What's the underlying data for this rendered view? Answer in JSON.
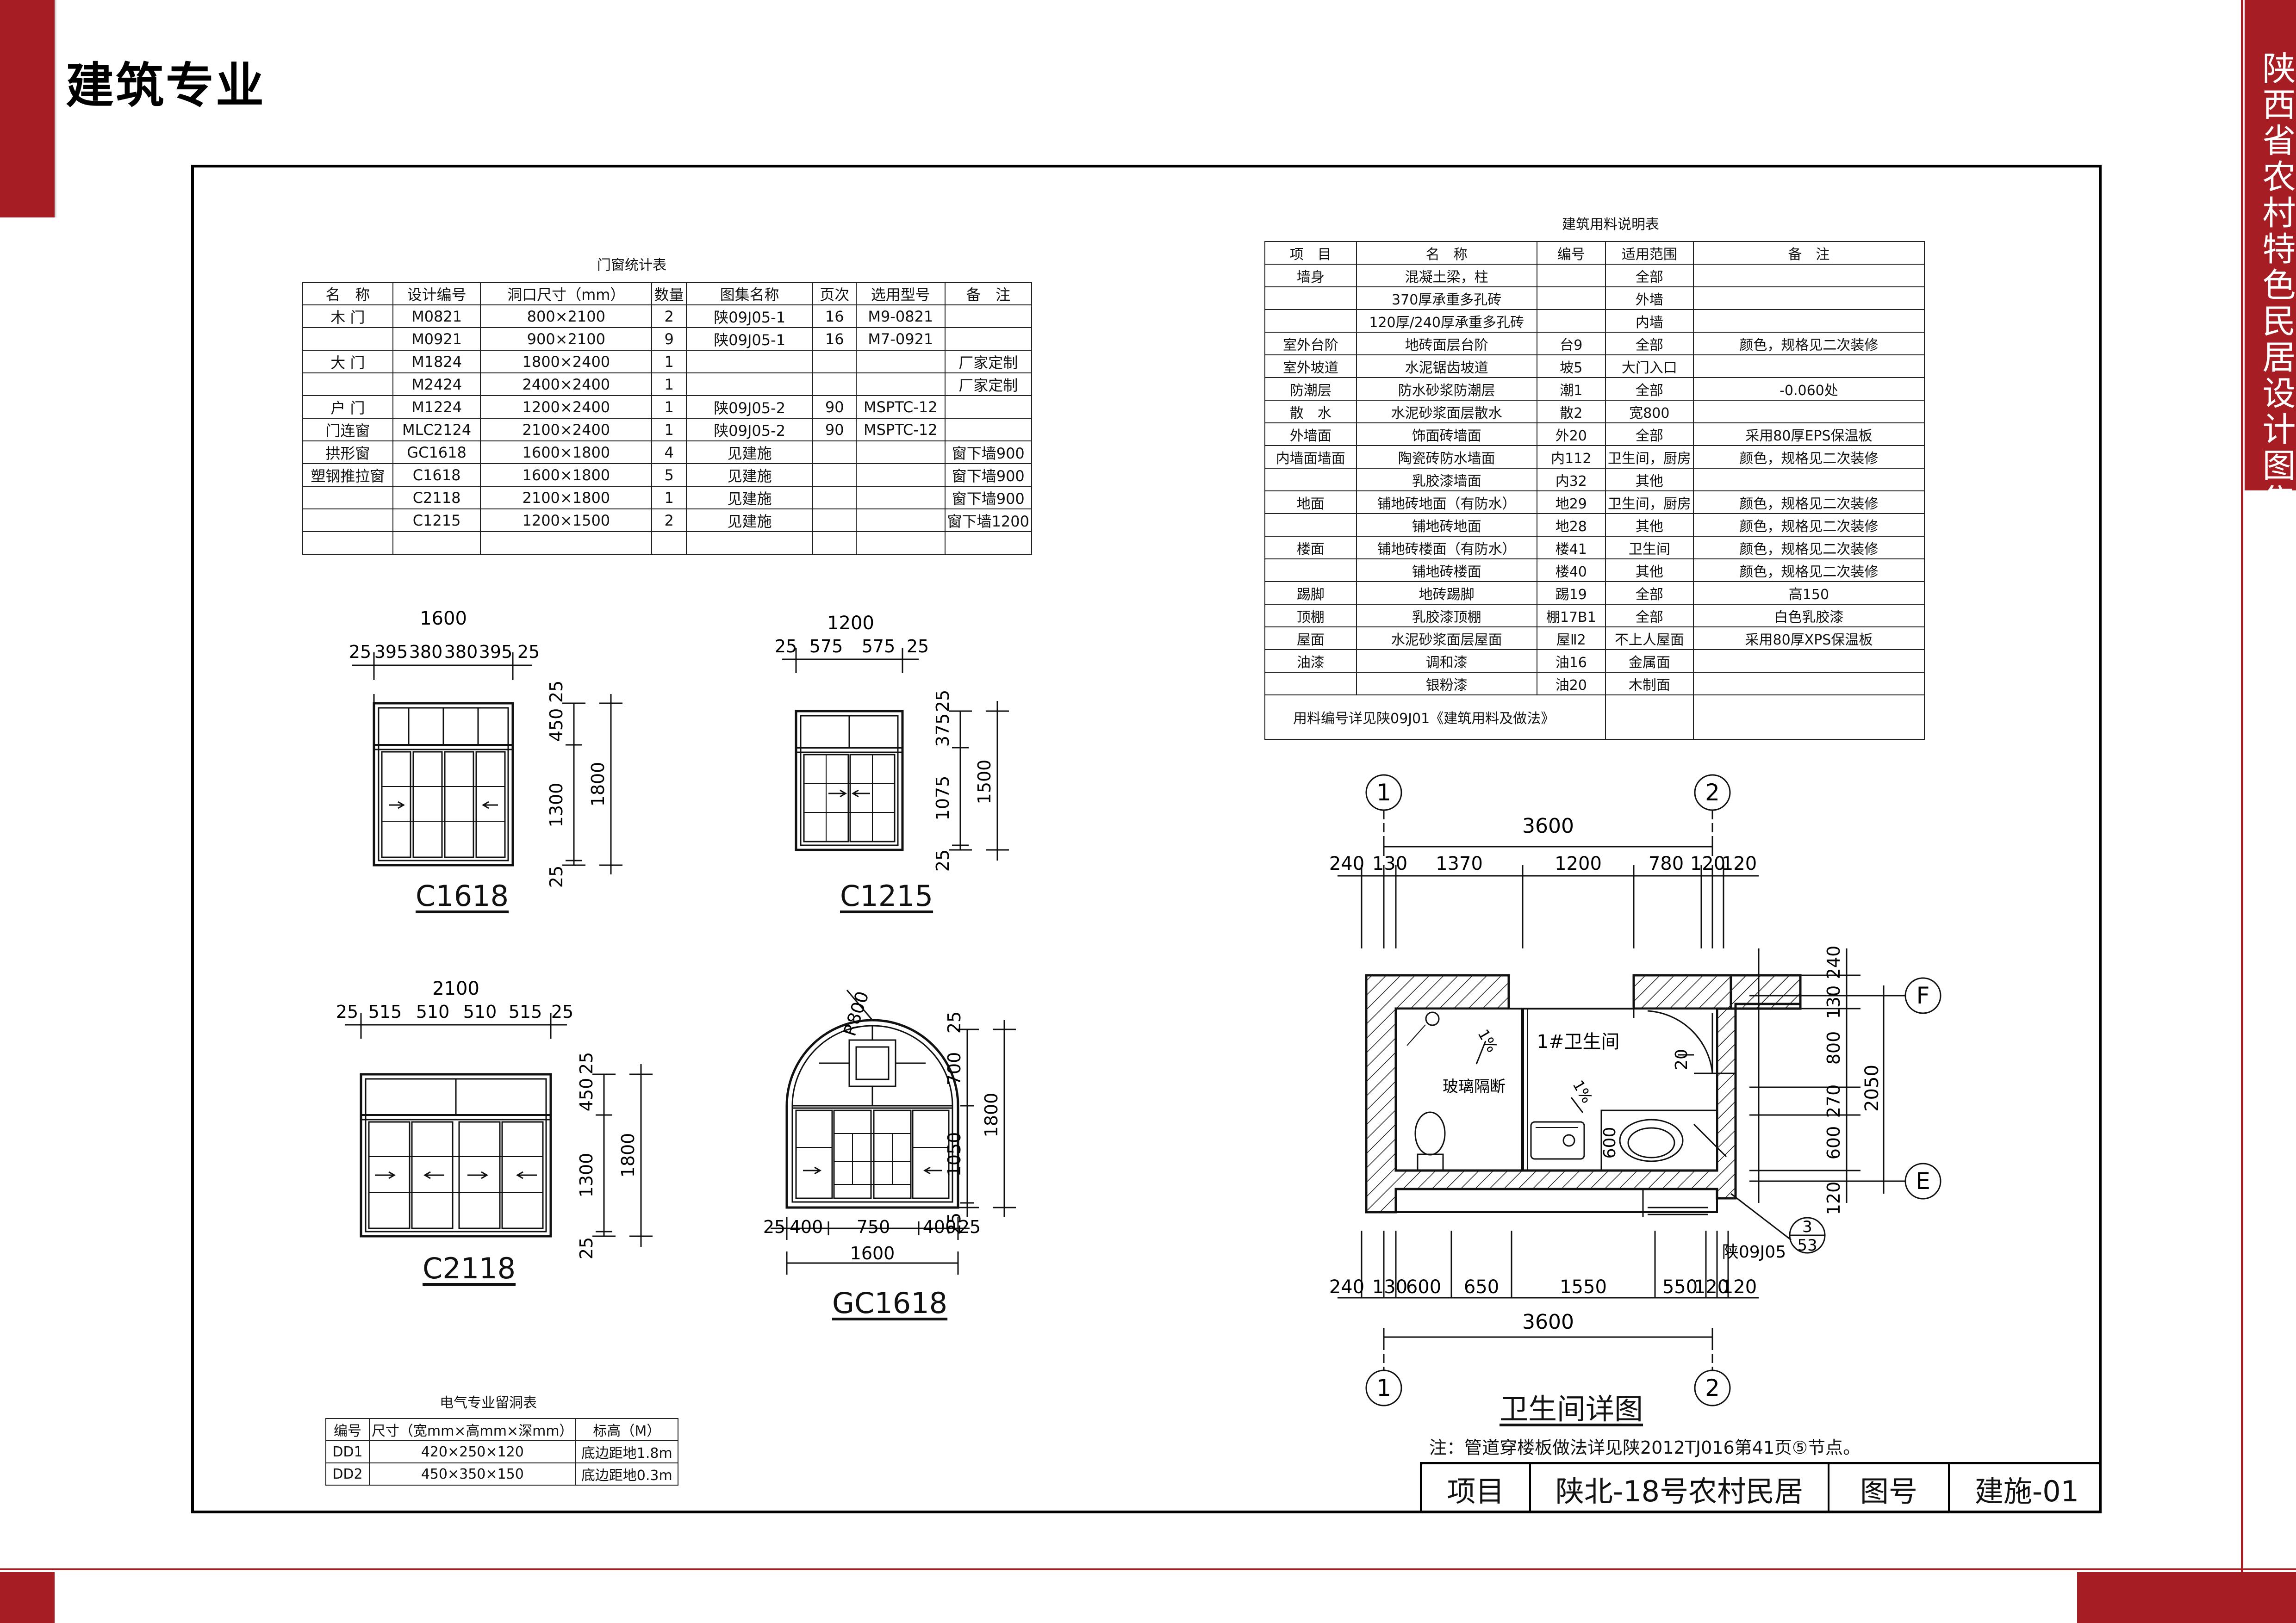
{
  "header": {
    "title": "建筑专业",
    "side_text": "陕西省农村特色民居设计图集"
  },
  "door_window_table": {
    "title": "门窗统计表",
    "headers": [
      "名　称",
      "设计编号",
      "洞口尺寸（mm）",
      "数量",
      "图集名称",
      "页次",
      "选用型号",
      "备　注"
    ],
    "rows": [
      [
        "木 门",
        "M0821",
        "800×2100",
        "2",
        "陕09J05-1",
        "16",
        "M9-0821",
        ""
      ],
      [
        "",
        "M0921",
        "900×2100",
        "9",
        "陕09J05-1",
        "16",
        "M7-0921",
        ""
      ],
      [
        "大 门",
        "M1824",
        "1800×2400",
        "1",
        "",
        "",
        "",
        "厂家定制"
      ],
      [
        "",
        "M2424",
        "2400×2400",
        "1",
        "",
        "",
        "",
        "厂家定制"
      ],
      [
        "户 门",
        "M1224",
        "1200×2400",
        "1",
        "陕09J05-2",
        "90",
        "MSPTC-12",
        ""
      ],
      [
        "门连窗",
        "MLC2124",
        "2100×2400",
        "1",
        "陕09J05-2",
        "90",
        "MSPTC-12",
        ""
      ],
      [
        "拱形窗",
        "GC1618",
        "1600×1800",
        "4",
        "见建施",
        "",
        "",
        "窗下墙900"
      ],
      [
        "塑钢推拉窗",
        "C1618",
        "1600×1800",
        "5",
        "见建施",
        "",
        "",
        "窗下墙900"
      ],
      [
        "",
        "C2118",
        "2100×1800",
        "1",
        "见建施",
        "",
        "",
        "窗下墙900"
      ],
      [
        "",
        "C1215",
        "1200×1500",
        "2",
        "见建施",
        "",
        "",
        "窗下墙1200"
      ]
    ]
  },
  "materials_table": {
    "title": "建筑用料说明表",
    "headers": [
      "项　目",
      "名　称",
      "编号",
      "适用范围",
      "备　注"
    ],
    "rows": [
      [
        "墙身",
        "混凝土梁，柱",
        "",
        "全部",
        ""
      ],
      [
        "",
        "370厚承重多孔砖",
        "",
        "外墙",
        ""
      ],
      [
        "",
        "120厚/240厚承重多孔砖",
        "",
        "内墙",
        ""
      ],
      [
        "室外台阶",
        "地砖面层台阶",
        "台9",
        "全部",
        "颜色，规格见二次装修"
      ],
      [
        "室外坡道",
        "水泥锯齿坡道",
        "坡5",
        "大门入口",
        ""
      ],
      [
        "防潮层",
        "防水砂浆防潮层",
        "潮1",
        "全部",
        "-0.060处"
      ],
      [
        "散　水",
        "水泥砂浆面层散水",
        "散2",
        "宽800",
        ""
      ],
      [
        "外墙面",
        "饰面砖墙面",
        "外20",
        "全部",
        "采用80厚EPS保温板"
      ],
      [
        "内墙面墙面",
        "陶瓷砖防水墙面",
        "内112",
        "卫生间，厨房",
        "颜色，规格见二次装修"
      ],
      [
        "",
        "乳胶漆墙面",
        "内32",
        "其他",
        ""
      ],
      [
        "地面",
        "铺地砖地面（有防水）",
        "地29",
        "卫生间，厨房",
        "颜色，规格见二次装修"
      ],
      [
        "",
        "铺地砖地面",
        "地28",
        "其他",
        "颜色，规格见二次装修"
      ],
      [
        "楼面",
        "铺地砖楼面（有防水）",
        "楼41",
        "卫生间",
        "颜色，规格见二次装修"
      ],
      [
        "",
        "铺地砖楼面",
        "楼40",
        "其他",
        "颜色，规格见二次装修"
      ],
      [
        "踢脚",
        "地砖踢脚",
        "踢19",
        "全部",
        "高150"
      ],
      [
        "顶棚",
        "乳胶漆顶棚",
        "棚17B1",
        "全部",
        "白色乳胶漆"
      ],
      [
        "屋面",
        "水泥砂浆面层屋面",
        "屋Ⅱ2",
        "不上人屋面",
        "采用80厚XPS保温板"
      ],
      [
        "油漆",
        "调和漆",
        "油16",
        "金属面",
        ""
      ],
      [
        "",
        "银粉漆",
        "油20",
        "木制面",
        ""
      ]
    ],
    "footnote": "用料编号详见陕09J01《建筑用料及做法》"
  },
  "electrical_table": {
    "title": "电气专业留洞表",
    "headers": [
      "编号",
      "尺寸（宽mm×高mm×深mm）",
      "标高（M）"
    ],
    "rows": [
      [
        "DD1",
        "420×250×120",
        "底边距地1.8m"
      ],
      [
        "DD2",
        "450×350×150",
        "底边距地0.3m"
      ]
    ]
  },
  "windows": {
    "c1618": {
      "label": "C1618",
      "width": "1600",
      "hdims": [
        "25",
        "395",
        "380",
        "380",
        "395",
        "25"
      ],
      "vdims": [
        "25",
        "450",
        "1300",
        "25"
      ],
      "total_h": "1800"
    },
    "c1215": {
      "label": "C1215",
      "width": "1200",
      "hdims": [
        "25",
        "575",
        "575",
        "25"
      ],
      "vdims": [
        "25",
        "375",
        "1075",
        "25"
      ],
      "total_h": "1500"
    },
    "c2118": {
      "label": "C2118",
      "width": "2100",
      "hdims": [
        "25",
        "515",
        "510",
        "510",
        "515",
        "25"
      ],
      "vdims": [
        "25",
        "450",
        "1300",
        "25"
      ],
      "total_h": "1800"
    },
    "gc1618": {
      "label": "GC1618",
      "radius": "R800",
      "bdims": [
        "25",
        "400",
        "750",
        "400",
        "25"
      ],
      "width": "1600",
      "vdims": [
        "25",
        "700",
        "1050",
        "25"
      ],
      "total_h": "1800"
    }
  },
  "bathroom": {
    "label": "卫生间详图",
    "room_name": "1#卫生间",
    "glass_partition": "玻璃隔断",
    "slope1": "1%",
    "slope2": "1%",
    "axis_1": "1",
    "axis_2": "2",
    "axis_f": "F",
    "axis_e": "E",
    "top_total": "3600",
    "top_dims": [
      "240",
      "130",
      "1370",
      "1200",
      "780",
      "120",
      "120"
    ],
    "bottom_dims": [
      "240",
      "130",
      "600",
      "650",
      "1550",
      "550",
      "120",
      "120"
    ],
    "bottom_total": "3600",
    "right_dims": [
      "240",
      "130",
      "800",
      "270",
      "600",
      "120"
    ],
    "right_total": "2050",
    "dim_600": "600",
    "dim_20": "20",
    "ref_text": "陕09J05",
    "ref_top": "3",
    "ref_bottom": "53",
    "note": "注：管道穿楼板做法详见陕2012TJ016第41页⑤节点。"
  },
  "title_block": {
    "project_label": "项目",
    "project_name": "陕北-18号农村民居",
    "drawing_no_label": "图号",
    "drawing_no": "建施-01"
  }
}
